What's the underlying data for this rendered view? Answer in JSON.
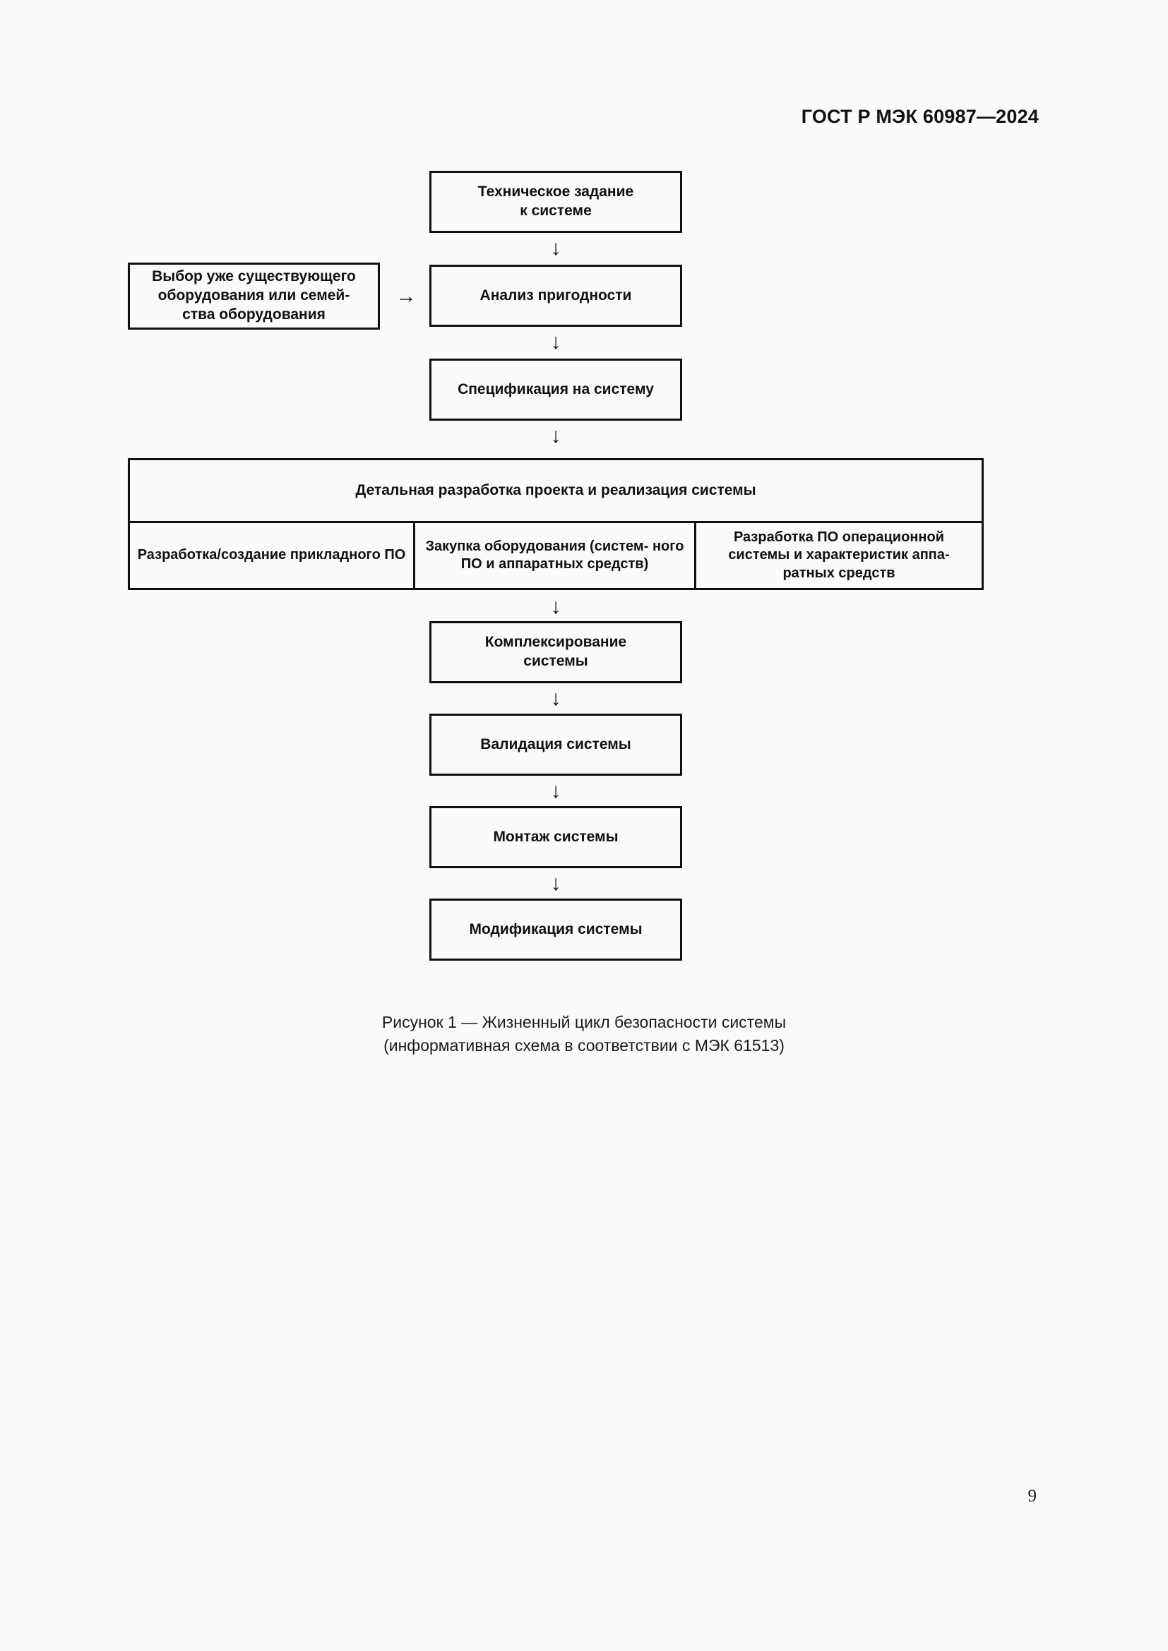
{
  "header": {
    "standard_title": "ГОСТ Р МЭК 60987—2024"
  },
  "figure": {
    "caption_line1": "Рисунок 1 — Жизненный цикл безопасности системы",
    "caption_line2": "(информативная схема в соответствии с МЭК 61513)"
  },
  "page": {
    "number": "9"
  },
  "icons": {
    "arrow_down": "↓",
    "arrow_right": "→"
  },
  "chart_data": {
    "type": "diagram",
    "title": "Рисунок 1 — Жизненный цикл безопасности системы",
    "subtitle": "(информативная схема в соответствии с МЭК 61513)",
    "orientation": "top-to-bottom flowchart",
    "nodes": [
      {
        "id": "n1",
        "label_line1": "Техническое задание",
        "label_line2": "к системе"
      },
      {
        "id": "n2",
        "label_line1": "Анализ пригодности",
        "label_line2": ""
      },
      {
        "id": "n3",
        "label_line1": "Спецификация на систему",
        "label_line2": ""
      },
      {
        "id": "n4",
        "label_line1": "Комплексирование",
        "label_line2": "системы"
      },
      {
        "id": "n5",
        "label_line1": "Валидация системы",
        "label_line2": ""
      },
      {
        "id": "n6",
        "label_line1": "Монтаж системы",
        "label_line2": ""
      },
      {
        "id": "n7",
        "label_line1": "Модификация системы",
        "label_line2": ""
      }
    ],
    "side_node": {
      "id": "s1",
      "label_line1": "Выбор уже существующего",
      "label_line2": "оборудования или семей-",
      "label_line3": "ства оборудования"
    },
    "group_block": {
      "title": "Детальная разработка проекта и реализация системы",
      "columns": [
        {
          "line1": "Разработка/создание",
          "line2": "прикладного ПО",
          "line3": ""
        },
        {
          "line1": "Закупка оборудования (систем-",
          "line2": "ного ПО и аппаратных средств)",
          "line3": ""
        },
        {
          "line1": "Разработка ПО операционной",
          "line2": "системы и характеристик аппа-",
          "line3": "ратных средств"
        }
      ]
    },
    "edges": [
      {
        "from": "n1",
        "to": "n2",
        "type": "arrow-down"
      },
      {
        "from": "s1",
        "to": "n2",
        "type": "arrow-right"
      },
      {
        "from": "n2",
        "to": "n3",
        "type": "arrow-down"
      },
      {
        "from": "n3",
        "to": "group",
        "type": "arrow-down"
      },
      {
        "from": "group",
        "to": "n4",
        "type": "arrow-down"
      },
      {
        "from": "n4",
        "to": "n5",
        "type": "arrow-down"
      },
      {
        "from": "n5",
        "to": "n6",
        "type": "arrow-down"
      },
      {
        "from": "n6",
        "to": "n7",
        "type": "arrow-down"
      }
    ]
  }
}
